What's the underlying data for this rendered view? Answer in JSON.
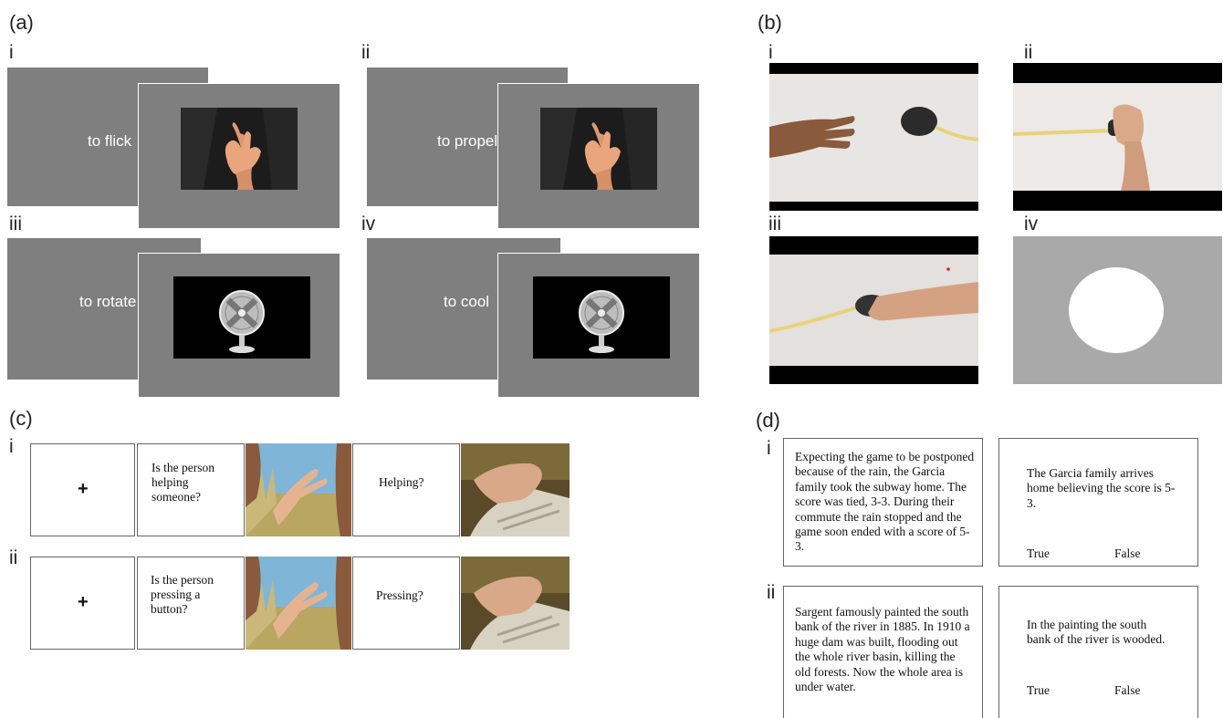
{
  "panels": {
    "a": {
      "letter": "(a)",
      "items": [
        {
          "roman": "i",
          "word": "to flick"
        },
        {
          "roman": "ii",
          "word": "to propel"
        },
        {
          "roman": "iii",
          "word": "to rotate"
        },
        {
          "roman": "iv",
          "word": "to cool"
        }
      ]
    },
    "b": {
      "letter": "(b)",
      "items": [
        {
          "roman": "i"
        },
        {
          "roman": "ii"
        },
        {
          "roman": "iii"
        },
        {
          "roman": "iv"
        }
      ]
    },
    "c": {
      "letter": "(c)",
      "rows": [
        {
          "roman": "i",
          "fixation": "+",
          "question": "Is the person helping someone?",
          "probe": "Helping?"
        },
        {
          "roman": "ii",
          "fixation": "+",
          "question": "Is the person pressing a button?",
          "probe": "Pressing?"
        }
      ]
    },
    "d": {
      "letter": "(d)",
      "rows": [
        {
          "roman": "i",
          "story": "Expecting the game to be postponed because of the rain, the Garcia family took the subway home. The score was tied, 3-3. During their commute the rain stopped and the game soon ended with a score of 5-3.",
          "statement": "The Garcia family arrives home believing the score is 5-3.",
          "true_label": "True",
          "false_label": "False"
        },
        {
          "roman": "ii",
          "story": "Sargent famously painted the south bank of the river in 1885. In 1910 a huge dam was built, flooding out the whole river basin, killing the old forests. Now the whole area is under water.",
          "statement": "In the painting the south bank of the river is wooded.",
          "true_label": "True",
          "false_label": "False"
        }
      ]
    }
  }
}
